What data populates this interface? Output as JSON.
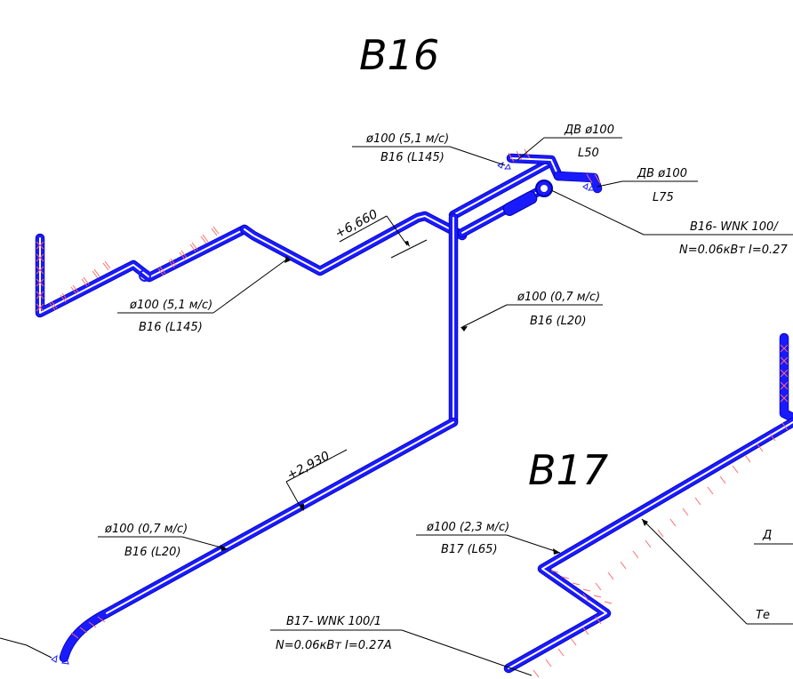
{
  "titles": {
    "b16": "В16",
    "b17": "В17"
  },
  "labels": {
    "top_pipe": {
      "top": "ø100 (5,1 м/с)",
      "bottom": "В16 (L145)"
    },
    "dv1": {
      "top": "ДВ ø100",
      "bottom": "L50"
    },
    "dv2": {
      "top": "ДВ ø100",
      "bottom": "L75"
    },
    "pump": {
      "top": "В16- WNK 100/",
      "bottom": "N=0.06кВт I=0.27"
    },
    "left_pipe": {
      "top": "ø100 (5,1 м/с)",
      "bottom": "В16 (L145)"
    },
    "riser": {
      "top": "ø100 (0,7 м/с)",
      "bottom": "В16 (L20)"
    },
    "lower_pipe": {
      "top": "ø100 (0,7 м/с)",
      "bottom": "В16 (L20)"
    },
    "b17_pipe": {
      "top": "ø100 (2,3 м/с)",
      "bottom": "В17 (L65)"
    },
    "b17_pump": {
      "top": "В17- WNK 100/1",
      "bottom": "N=0.06кВт I=0.27A"
    },
    "right_cut_1": {
      "top": "Д"
    },
    "right_cut_2": {
      "top": "Те"
    }
  },
  "elevations": {
    "upper": "+6,660",
    "lower": "+2,930"
  },
  "colors": {
    "pipe": "#1a1aff",
    "insulation": "#ff6a6a",
    "text": "#000000"
  }
}
